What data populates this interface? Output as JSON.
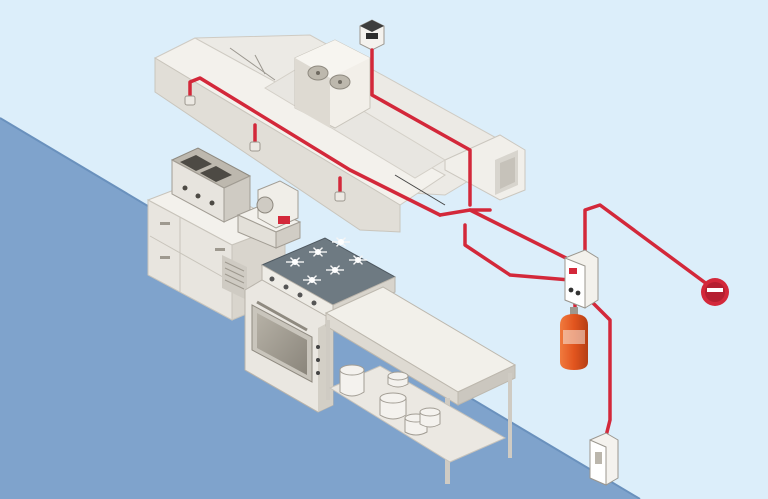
{
  "scene": {
    "background_color": "#dceefa",
    "floor_color": "#7fa3cc",
    "floor_edge_color": "#6a91bd",
    "pipe_color": "#d3283a",
    "steel_light": "#f1efe9",
    "steel_mid": "#dcd8cf",
    "steel_dark": "#bdb8ae",
    "hood_glass_color": "#e6e4df",
    "cylinder_color": "#e2551f",
    "alarm_bell_color": "#d3283a"
  },
  "components": [
    {
      "id": "exhaust-hood",
      "icon": "exhaust-hood-icon"
    },
    {
      "id": "exhaust-fan",
      "icon": "fan-icon"
    },
    {
      "id": "detection-unit",
      "icon": "sensor-icon"
    },
    {
      "id": "control-panel",
      "icon": "control-panel-icon"
    },
    {
      "id": "extinguishant-cylinder",
      "icon": "gas-cylinder-icon"
    },
    {
      "id": "manual-release-station",
      "icon": "pull-station-icon"
    },
    {
      "id": "alarm-bell",
      "icon": "bell-icon"
    },
    {
      "id": "griddle-grill",
      "icon": "grill-icon"
    },
    {
      "id": "meat-slicer",
      "icon": "slicer-icon"
    },
    {
      "id": "gas-range",
      "icon": "burner-icon"
    },
    {
      "id": "oven",
      "icon": "oven-icon"
    },
    {
      "id": "prep-table",
      "icon": "table-icon"
    },
    {
      "id": "cookware",
      "icon": "pot-icon"
    }
  ],
  "burners_count": 6
}
